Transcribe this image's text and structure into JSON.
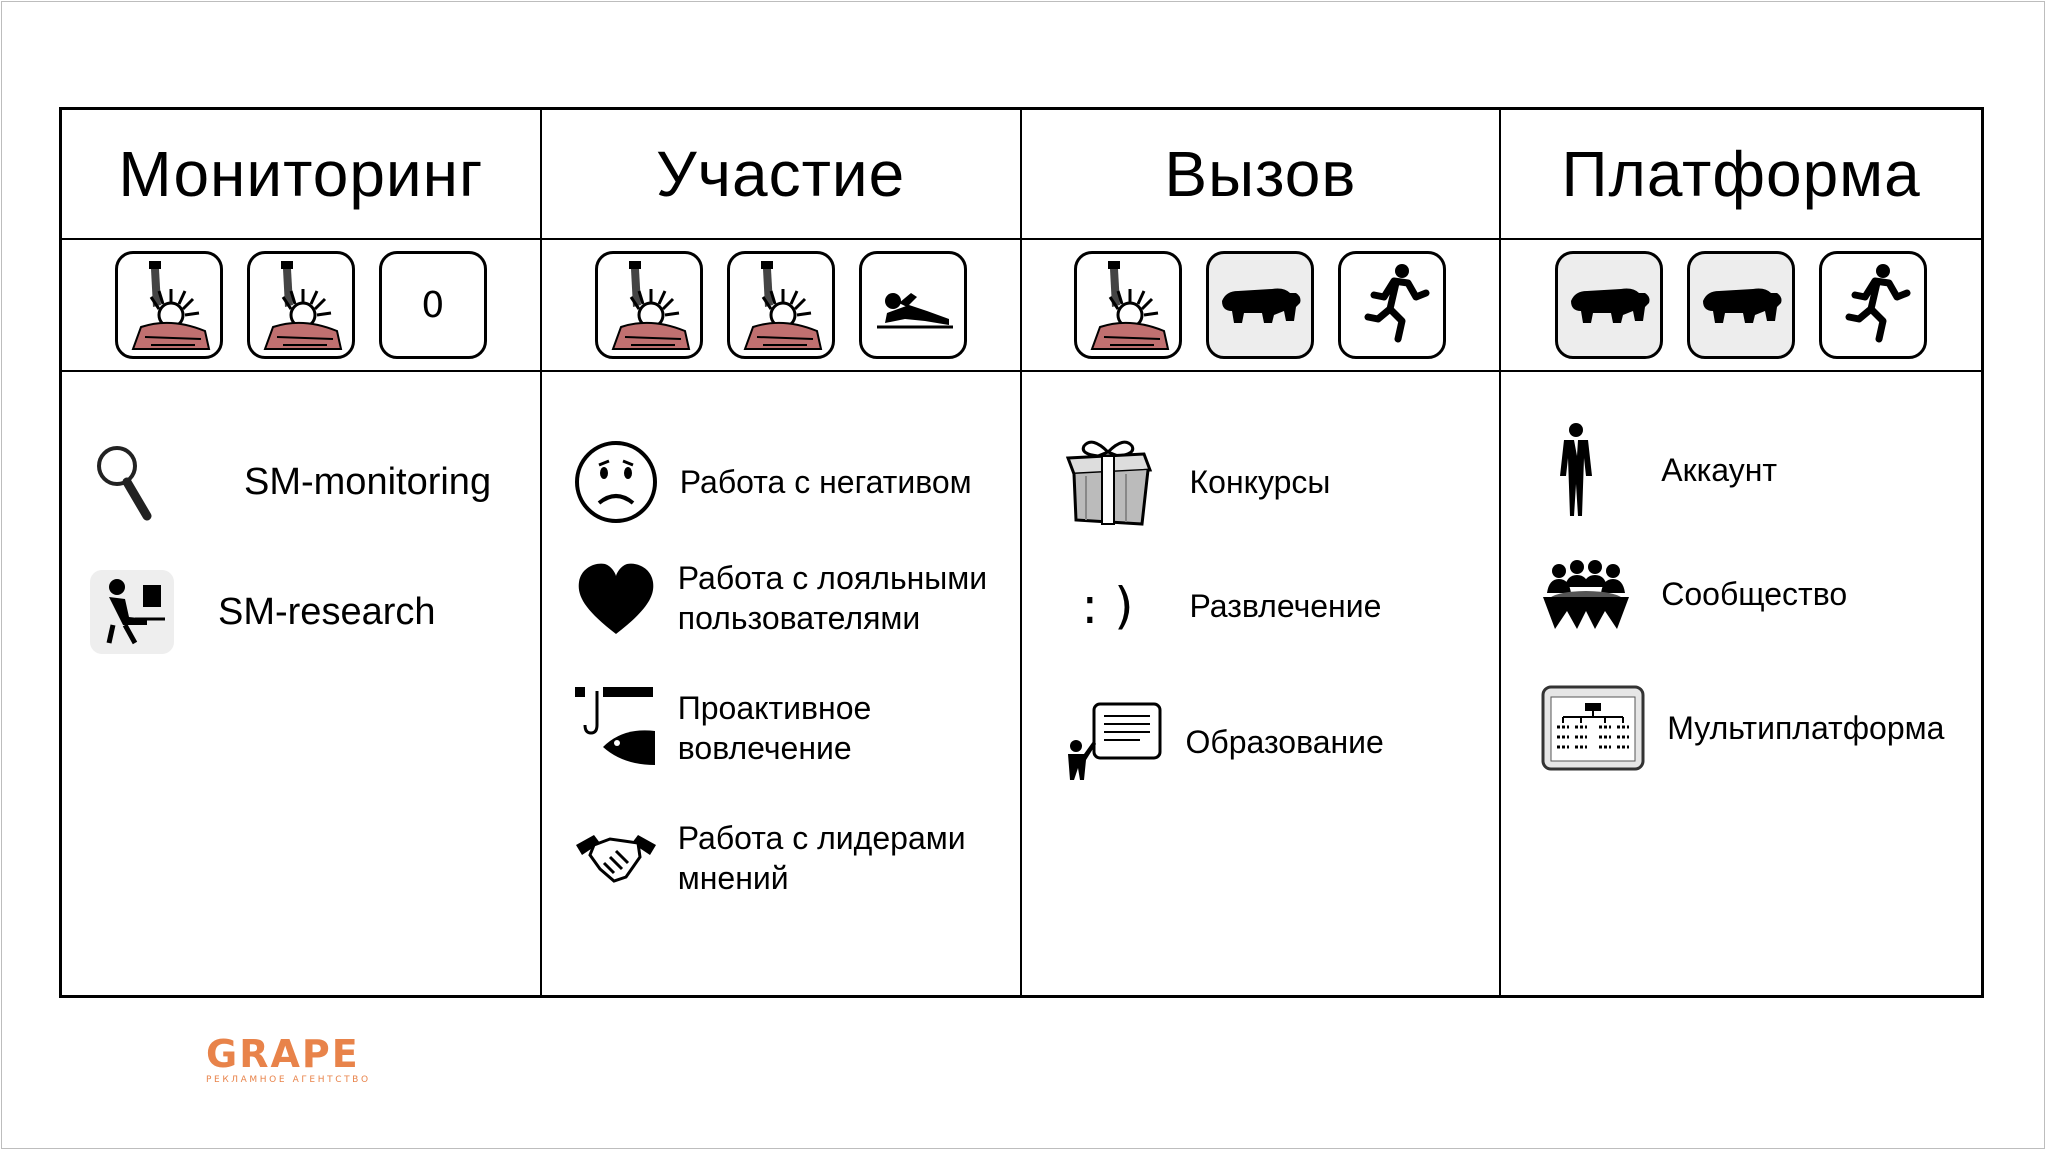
{
  "columns": [
    {
      "title": "Мониторинг",
      "tiles": [
        {
          "icon": "liberty-statue-icon",
          "style": "white"
        },
        {
          "icon": "liberty-statue-icon",
          "style": "white"
        },
        {
          "icon": "zero-text",
          "style": "white",
          "text": "0"
        }
      ],
      "items": [
        {
          "icon": "magnifier-icon",
          "text": "SM-monitoring"
        },
        {
          "icon": "computer-worker-icon",
          "text": "SM-research"
        }
      ]
    },
    {
      "title": "Участие",
      "tiles": [
        {
          "icon": "liberty-statue-icon",
          "style": "white"
        },
        {
          "icon": "liberty-statue-icon",
          "style": "white"
        },
        {
          "icon": "lying-person-icon",
          "style": "white"
        }
      ],
      "items": [
        {
          "icon": "sad-face-icon",
          "line1": "Работа с негативом",
          "line2": ""
        },
        {
          "icon": "heart-icon",
          "line1": "Работа с лояльными",
          "line2": "пользователями"
        },
        {
          "icon": "fish-hook-icon",
          "line1": "Проактивное",
          "line2": "вовлечение"
        },
        {
          "icon": "handshake-icon",
          "line1": "Работа с лидерами",
          "line2": "мнений"
        }
      ]
    },
    {
      "title": "Вызов",
      "tiles": [
        {
          "icon": "liberty-statue-icon",
          "style": "white"
        },
        {
          "icon": "bear-icon",
          "style": "gray"
        },
        {
          "icon": "running-man-icon",
          "style": "white"
        }
      ],
      "items": [
        {
          "icon": "gift-box-icon",
          "text": "Конкурсы"
        },
        {
          "icon": "smiley-text-icon",
          "glyph": ": )",
          "text": "Развлечение"
        },
        {
          "icon": "teacher-board-icon",
          "text": "Образование"
        }
      ]
    },
    {
      "title": "Платформа",
      "tiles": [
        {
          "icon": "bear-icon",
          "style": "gray"
        },
        {
          "icon": "bear-icon",
          "style": "gray"
        },
        {
          "icon": "running-man-icon",
          "style": "white"
        }
      ],
      "items": [
        {
          "icon": "businessman-icon",
          "text": "Аккаунт"
        },
        {
          "icon": "community-group-icon",
          "text": "Сообщество"
        },
        {
          "icon": "org-chart-icon",
          "text": "Мультиплатформа"
        }
      ]
    }
  ],
  "logo": {
    "main": "GRAPE",
    "sub": "РЕКЛАМНОЕ АГЕНТСТВО",
    "color": "#e8834a"
  }
}
